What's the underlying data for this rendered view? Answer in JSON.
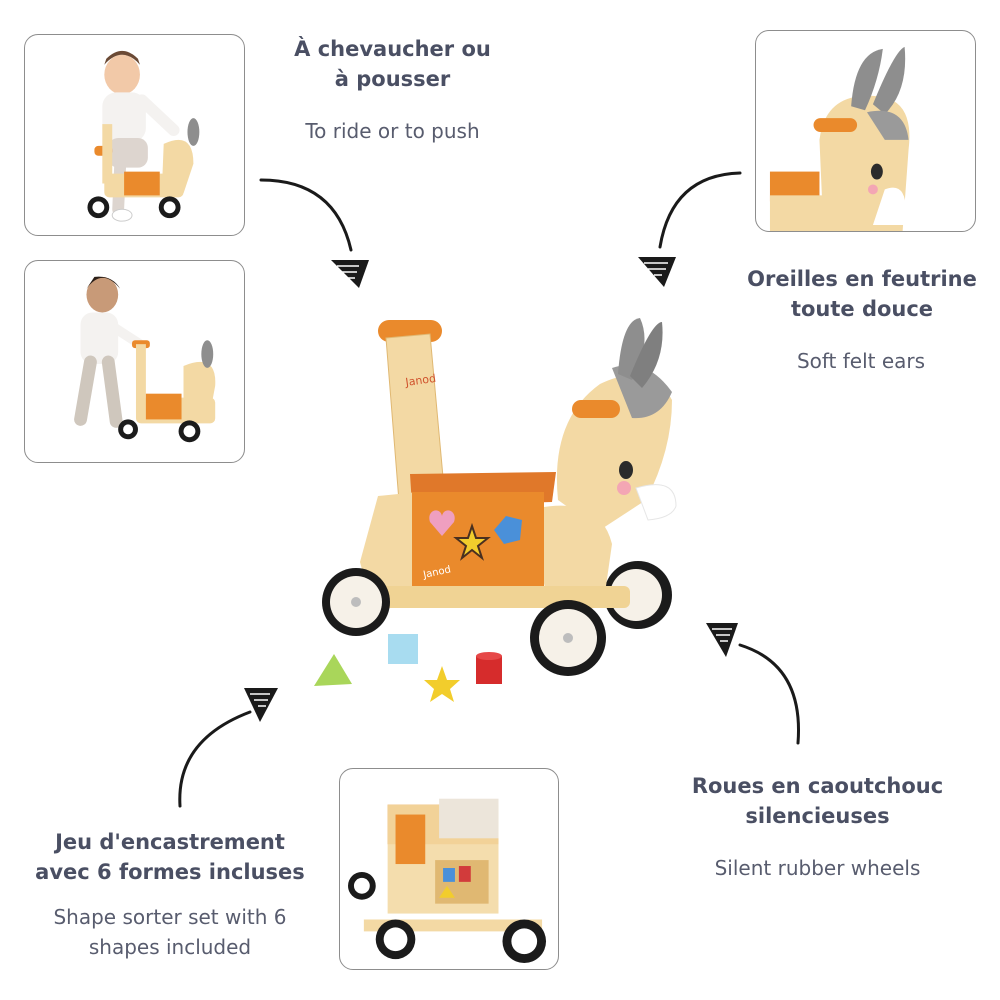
{
  "callouts": {
    "ride_push": {
      "title_fr": "À chevaucher ou à pousser",
      "subtitle_en": "To ride or to push"
    },
    "felt_ears": {
      "title_fr": "Oreilles en feutrine toute douce",
      "subtitle_en": "Soft felt ears"
    },
    "rubber_wheels": {
      "title_fr": "Roues en caoutchouc silencieuses",
      "subtitle_en": "Silent rubber wheels"
    },
    "shape_sorter": {
      "title_fr": "Jeu d'encastrement avec 6 formes incluses",
      "subtitle_en": "Shape sorter set with 6 shapes included"
    }
  },
  "product": {
    "brand": "Janod",
    "colors": {
      "wood": "#f3d9a4",
      "wood_dark": "#e0b872",
      "orange": "#ea8a2c",
      "felt": "#8e8e8e",
      "wheel": "#1b1b1b"
    }
  }
}
